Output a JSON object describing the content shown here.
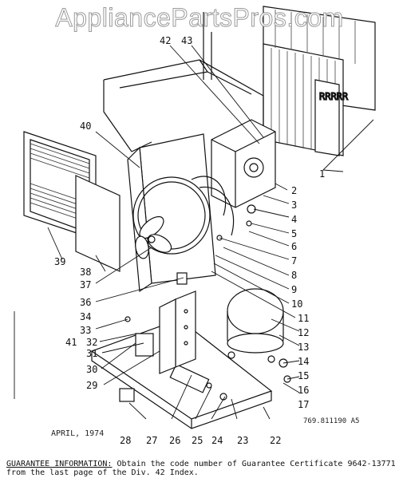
{
  "watermark": "AppliancePartsPros.com",
  "callouts": [
    "1",
    "2",
    "3",
    "4",
    "5",
    "6",
    "7",
    "8",
    "9",
    "10",
    "11",
    "12",
    "13",
    "14",
    "15",
    "16",
    "17",
    "22",
    "23",
    "24",
    "25",
    "26",
    "27",
    "28",
    "29",
    "30",
    "31",
    "32",
    "33",
    "34",
    "36",
    "37",
    "38",
    "39",
    "40",
    "41",
    "42",
    "43"
  ],
  "date": "APRIL, 1974",
  "drawing_number": "769.811190 A5",
  "guarantee": {
    "heading": "GUARANTEE INFORMATION:",
    "text": "Obtain the code number of Guarantee Certificate 9642-13771 from the last page of the Div. 42 Index."
  }
}
